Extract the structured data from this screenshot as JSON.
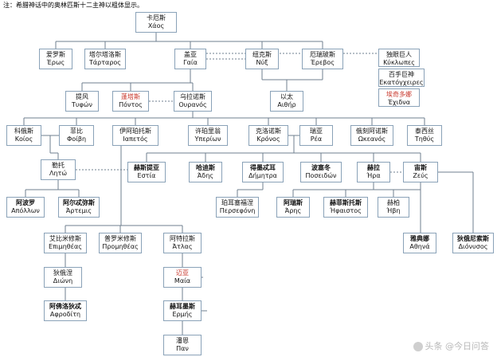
{
  "note": "注：希腊神话中的奥林匹斯十二主神以粗体显示。",
  "watermark": "头条 @今日问答",
  "colors": {
    "box_border": "#8aa2b8",
    "line": "#6f7f8f",
    "dotted_line": "#6f7f8f",
    "highlight_red": "#c8372b",
    "olympian_blue": "#1f3c8f"
  },
  "nodes": [
    {
      "id": "chaos",
      "zh": "卡厄斯",
      "gr": "Χάος"
    },
    {
      "id": "eros",
      "zh": "爱罗斯",
      "gr": "Έρως"
    },
    {
      "id": "tartarus",
      "zh": "塔尔塔洛斯",
      "gr": "Τάρταρος"
    },
    {
      "id": "gaia",
      "zh": "盖亚",
      "gr": "Γαία"
    },
    {
      "id": "nyx",
      "zh": "纽克斯",
      "gr": "Νύξ"
    },
    {
      "id": "erebus",
      "zh": "厄瑞玻斯",
      "gr": "Έρεβος"
    },
    {
      "id": "cyclopes",
      "zh": "独眼巨人",
      "gr": "Κύκλωπες"
    },
    {
      "id": "hecatoncheires",
      "zh": "百手巨神",
      "gr": "Εκατόγχειρες"
    },
    {
      "id": "echidna",
      "zh": "埃奇多娜",
      "gr": "Έχιδνα",
      "style": "red"
    },
    {
      "id": "typhon",
      "zh": "提风",
      "gr": "Τυφών"
    },
    {
      "id": "pontus",
      "zh": "蓬塔斯",
      "gr": "Πόντος",
      "style": "red"
    },
    {
      "id": "uranus",
      "zh": "乌拉诺斯",
      "gr": "Ουρανός"
    },
    {
      "id": "aether",
      "zh": "以太",
      "gr": "Αιθήρ"
    },
    {
      "id": "coeus",
      "zh": "科俄斯",
      "gr": "Κοίος"
    },
    {
      "id": "phoebe",
      "zh": "菲比",
      "gr": "Φοίβη"
    },
    {
      "id": "iapetus",
      "zh": "伊阿珀托斯",
      "gr": "Ιαπετός"
    },
    {
      "id": "hyperion",
      "zh": "许珀里翁",
      "gr": "Υπερίων"
    },
    {
      "id": "cronus",
      "zh": "克洛诺斯",
      "gr": "Κρόνος"
    },
    {
      "id": "rhea",
      "zh": "瑞亚",
      "gr": "Ρέα"
    },
    {
      "id": "oceanus",
      "zh": "俄刻阿诺斯",
      "gr": "Ωκεανός"
    },
    {
      "id": "tethys",
      "zh": "泰西丝",
      "gr": "Τηθύς"
    },
    {
      "id": "leto",
      "zh": "勒托",
      "gr": "Λητώ"
    },
    {
      "id": "hestia",
      "zh": "赫斯提亚",
      "gr": "Εστία",
      "style": "bold"
    },
    {
      "id": "hades",
      "zh": "哈迪斯",
      "gr": "Άδης",
      "style": "bold"
    },
    {
      "id": "demeter",
      "zh": "得墨忒耳",
      "gr": "Δήμητρα",
      "style": "bold"
    },
    {
      "id": "poseidon",
      "zh": "波塞冬",
      "gr": "Ποσειδών",
      "style": "bold"
    },
    {
      "id": "hera",
      "zh": "赫拉",
      "gr": "Ήρα",
      "style": "bold"
    },
    {
      "id": "zeus",
      "zh": "宙斯",
      "gr": "Ζεύς",
      "style": "bold"
    },
    {
      "id": "apollo",
      "zh": "阿波罗",
      "gr": "Απόλλων",
      "style": "bold"
    },
    {
      "id": "artemis",
      "zh": "阿尔忒弥斯",
      "gr": "Άρτεμις",
      "style": "bold"
    },
    {
      "id": "persephone",
      "zh": "珀耳塞福涅",
      "gr": "Περσεφόνη"
    },
    {
      "id": "ares",
      "zh": "阿瑞斯",
      "gr": "Άρης",
      "style": "bold"
    },
    {
      "id": "hephaestus",
      "zh": "赫菲斯托斯",
      "gr": "Ήφαιστος",
      "style": "bold"
    },
    {
      "id": "hebe",
      "zh": "赫柏",
      "gr": "Ήβη"
    },
    {
      "id": "epimetheus",
      "zh": "艾比米修斯",
      "gr": "Επιμηθέας"
    },
    {
      "id": "prometheus",
      "zh": "普罗米修斯",
      "gr": "Προμηθέας"
    },
    {
      "id": "atlas",
      "zh": "阿特拉斯",
      "gr": "Άτλας"
    },
    {
      "id": "athena",
      "zh": "雅典娜",
      "gr": "Αθηνά",
      "style": "bold"
    },
    {
      "id": "dionysus",
      "zh": "狄俄尼索斯",
      "gr": "Διόνυσος",
      "style": "bold"
    },
    {
      "id": "dione",
      "zh": "狄俄涅",
      "gr": "Διώνη"
    },
    {
      "id": "maia",
      "zh": "迈亚",
      "gr": "Μαία",
      "style": "red"
    },
    {
      "id": "aphrodite",
      "zh": "阿佛洛狄忒",
      "gr": "Αφροδίτη",
      "style": "bold"
    },
    {
      "id": "hermes",
      "zh": "赫耳墨斯",
      "gr": "Ερμής",
      "style": "bold"
    },
    {
      "id": "pan",
      "zh": "潘恩",
      "gr": "Παν"
    }
  ]
}
